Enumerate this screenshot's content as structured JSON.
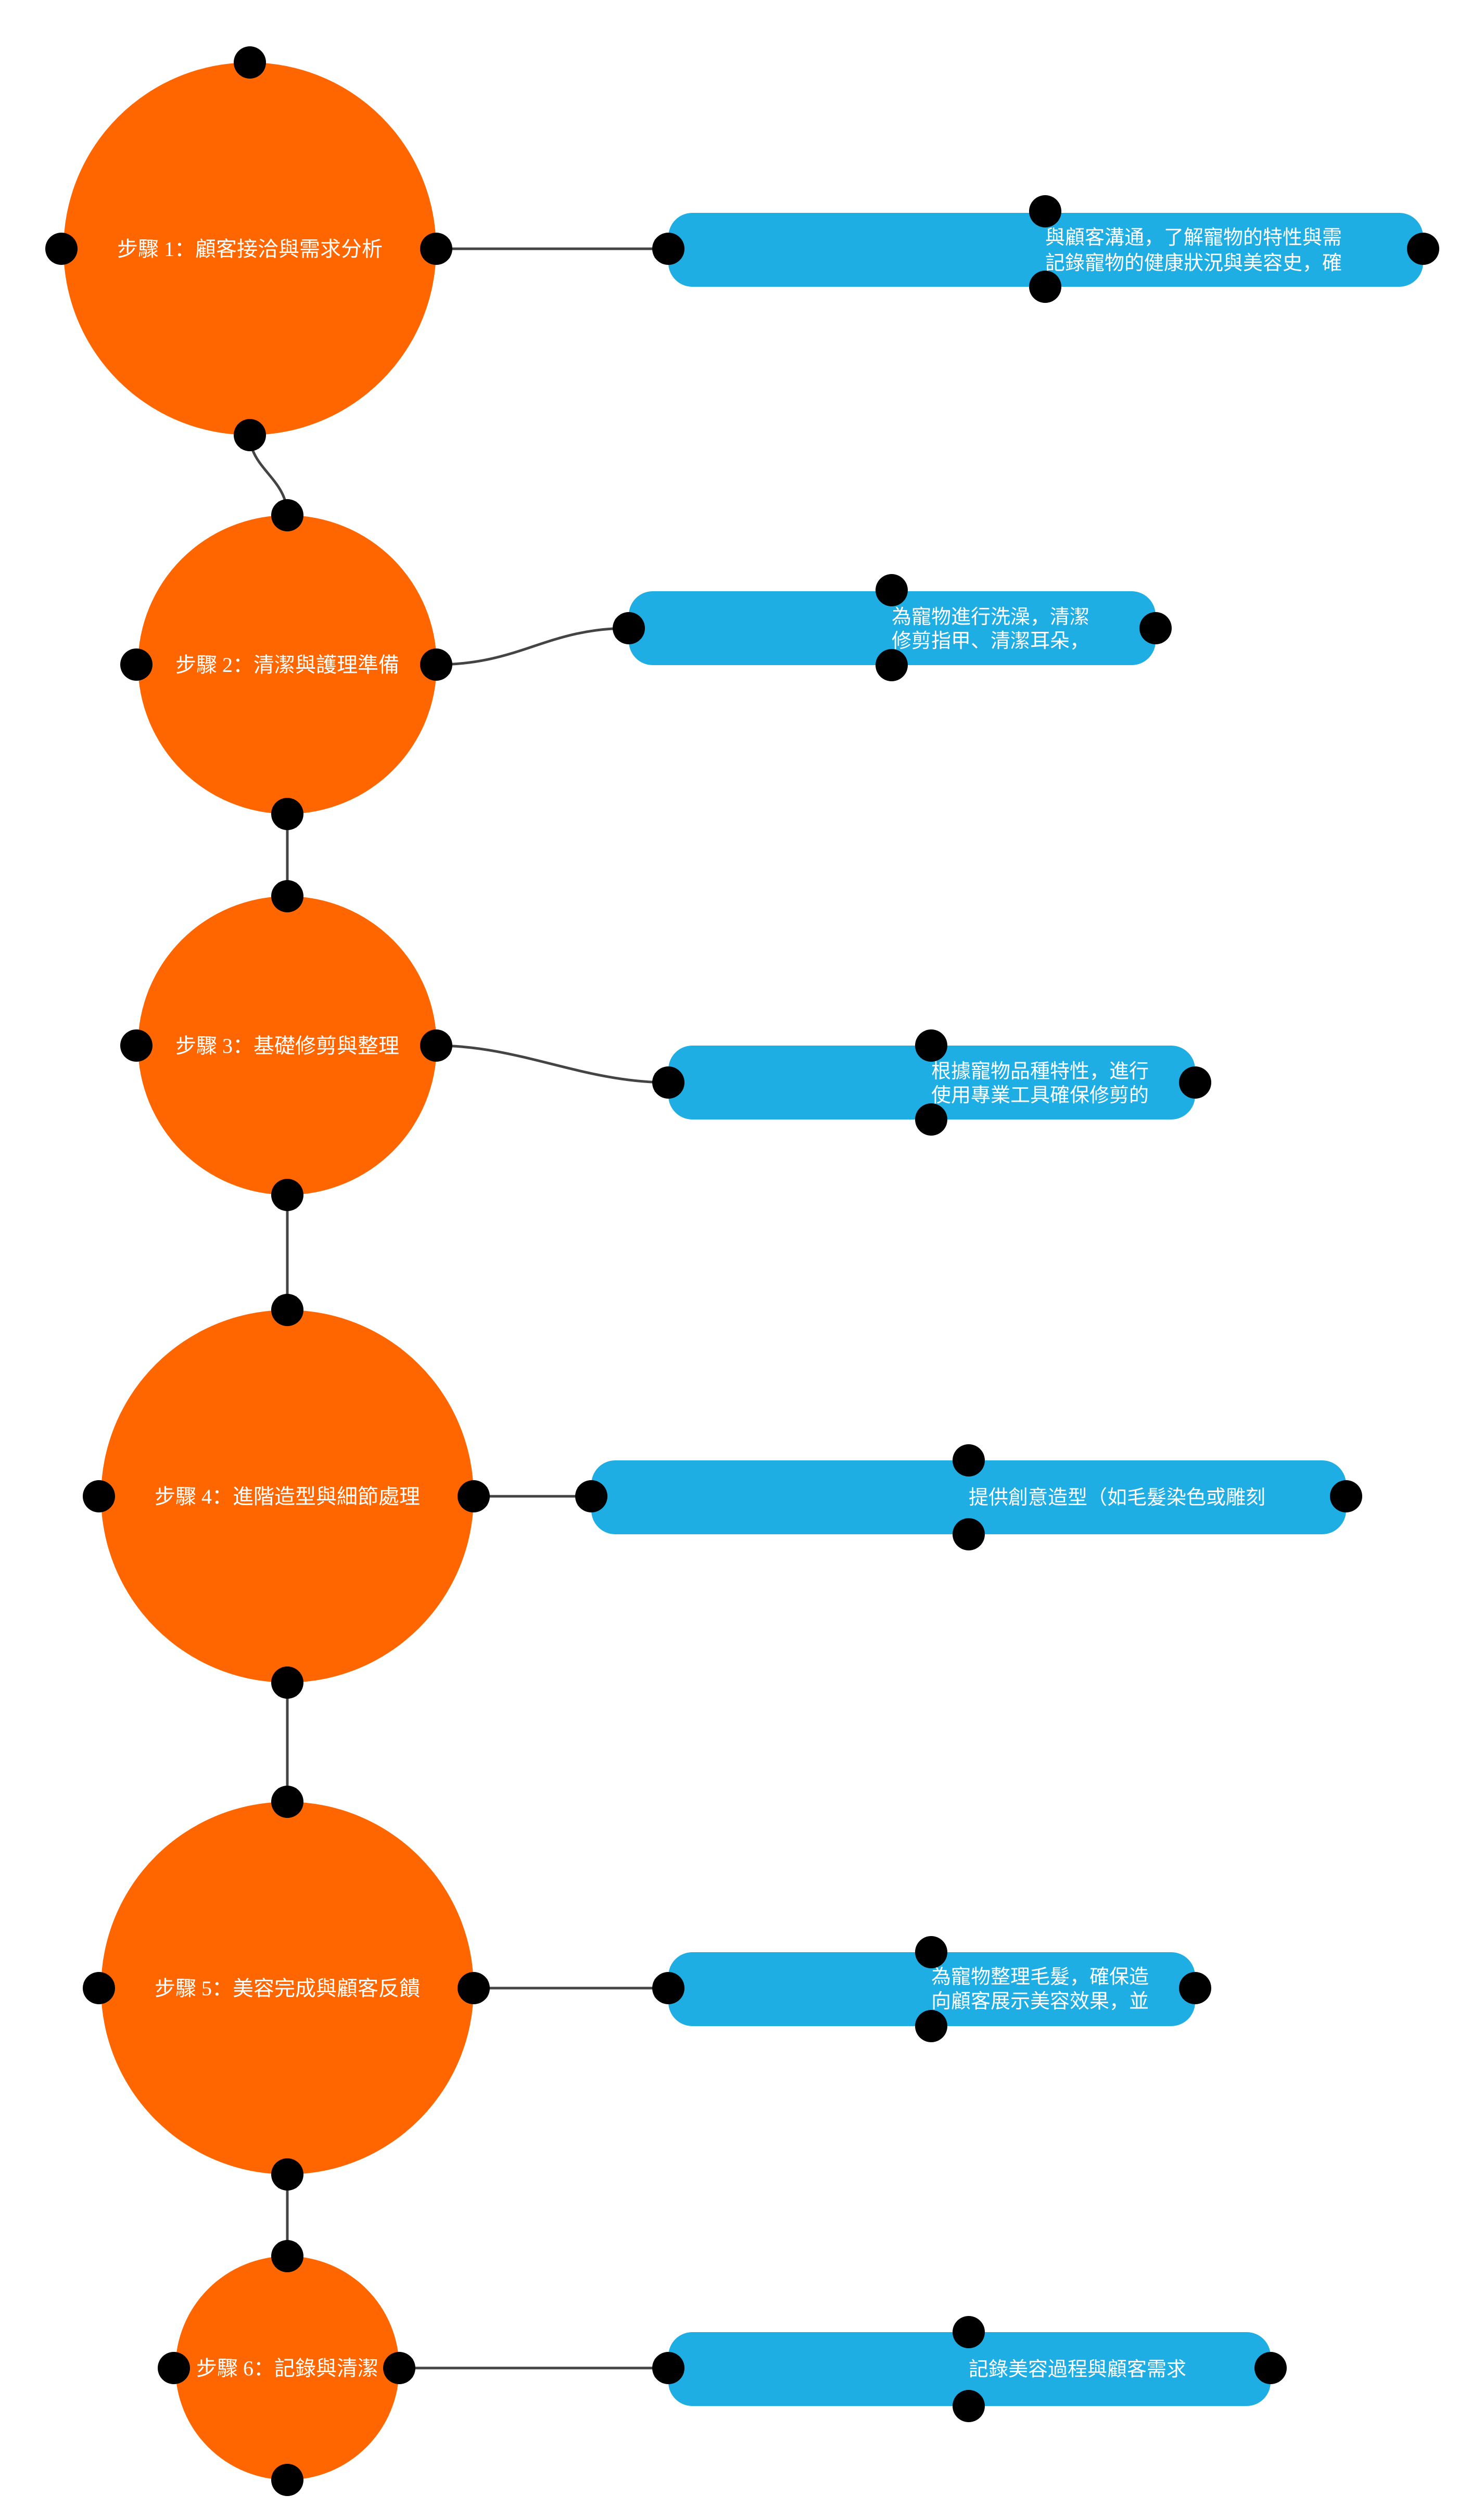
{
  "colors": {
    "step_fill": "#ff6600",
    "desc_fill": "#1eaee4",
    "edge": "#444444",
    "handle": "#000000",
    "background": "#ffffff"
  },
  "steps": [
    {
      "label": "步驟 1：顧客接洽與需求分析",
      "desc": [
        "與顧客溝通，了解寵物的特性與需",
        "記錄寵物的健康狀況與美容史，確"
      ]
    },
    {
      "label": "步驟 2：清潔與護理準備",
      "desc": [
        "為寵物進行洗澡，清潔",
        "修剪指甲、清潔耳朵，"
      ]
    },
    {
      "label": "步驟 3：基礎修剪與整理",
      "desc": [
        "根據寵物品種特性，進行",
        "使用專業工具確保修剪的"
      ]
    },
    {
      "label": "步驟 4：進階造型與細節處理",
      "desc": [
        "提供創意造型（如毛髮染色或雕刻"
      ]
    },
    {
      "label": "步驟 5：美容完成與顧客反饋",
      "desc": [
        "為寵物整理毛髮，確保造",
        "向顧客展示美容效果，並"
      ]
    },
    {
      "label": "步驟 6：記錄與清潔",
      "desc": [
        "記錄美容過程與顧客需求"
      ]
    }
  ]
}
